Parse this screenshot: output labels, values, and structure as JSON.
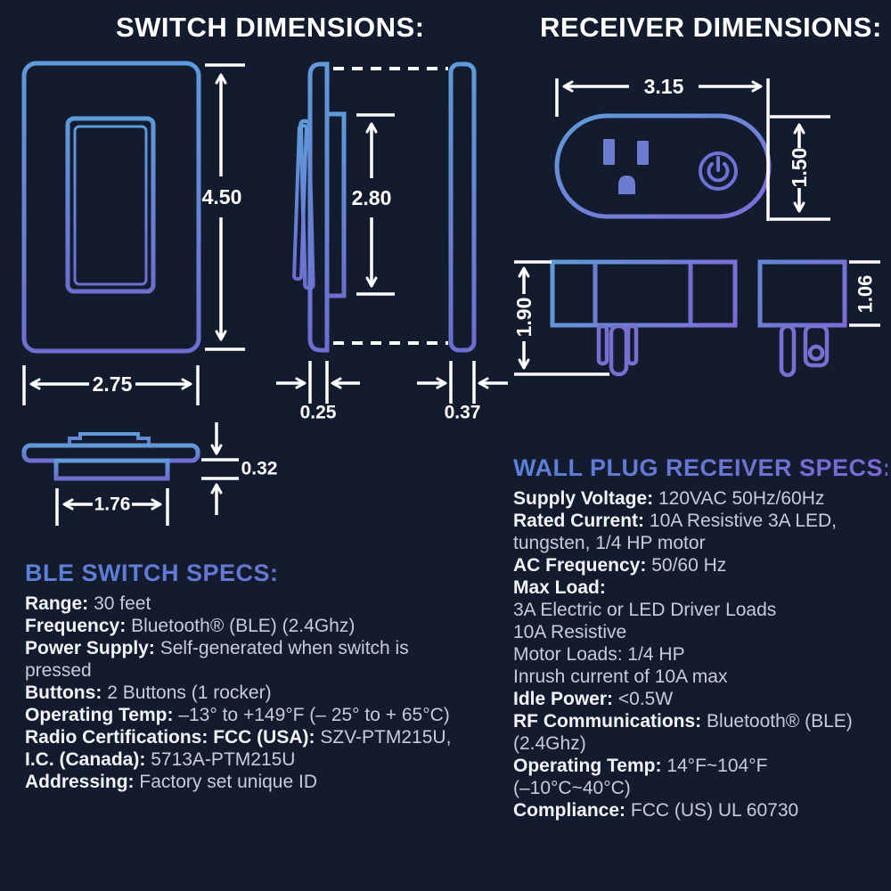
{
  "titles": {
    "switch": "SWITCH DIMENSIONS:",
    "receiver": "RECEIVER DIMENSIONS:"
  },
  "dims": {
    "switch_plate_height": "4.50",
    "switch_plate_width": "2.75",
    "switch_rocker_height": "2.80",
    "switch_side_depth": "0.25",
    "switch_plate_thickness": "0.37",
    "switch_bottom_width": "1.76",
    "switch_bottom_height": "0.32",
    "receiver_width": "3.15",
    "receiver_height": "1.50",
    "receiver_depth": "1.90",
    "receiver_side_height": "1.06"
  },
  "switch_specs": {
    "title": "BLE SWITCH SPECS:",
    "lines": [
      {
        "label": "Range:",
        "value": "30 feet"
      },
      {
        "label": "Frequency:",
        "value": "Bluetooth® (BLE) (2.4Ghz)"
      },
      {
        "label": "Power Supply:",
        "value": "Self-generated when switch is"
      },
      {
        "label": "",
        "value": "pressed"
      },
      {
        "label": "Buttons:",
        "value": "2 Buttons (1 rocker)"
      },
      {
        "label": "Operating Temp:",
        "value": "–13° to +149°F (– 25° to + 65°C)"
      },
      {
        "label": "Radio Certifications: FCC (USA):",
        "value": "SZV-PTM215U,"
      },
      {
        "label": "I.C. (Canada):",
        "value": "5713A-PTM215U"
      },
      {
        "label": "Addressing:",
        "value": "Factory set unique ID"
      }
    ]
  },
  "receiver_specs": {
    "title": "WALL PLUG RECEIVER SPECS:",
    "lines": [
      {
        "label": "Supply Voltage:",
        "value": "120VAC 50Hz/60Hz"
      },
      {
        "label": "Rated Current:",
        "value": "10A Resistive 3A LED,"
      },
      {
        "label": "",
        "value": "tungsten, 1/4 HP motor"
      },
      {
        "label": "AC Frequency:",
        "value": "50/60 Hz"
      },
      {
        "label": "Max Load:",
        "value": ""
      },
      {
        "label": "",
        "value": "3A Electric or LED Driver Loads"
      },
      {
        "label": "",
        "value": "10A Resistive"
      },
      {
        "label": "",
        "value": "Motor Loads: 1/4 HP"
      },
      {
        "label": "",
        "value": "Inrush current of 10A max"
      },
      {
        "label": "Idle Power:",
        "value": "<0.5W"
      },
      {
        "label": "RF Communications:",
        "value": "Bluetooth® (BLE)"
      },
      {
        "label": "",
        "value": "(2.4Ghz)"
      },
      {
        "label": "Operating Temp:",
        "value": "14°F~104°F"
      },
      {
        "label": "",
        "value": "(–10°C~40°C)"
      },
      {
        "label": "Compliance:",
        "value": "FCC (US) UL 60730"
      }
    ]
  },
  "colors": {
    "background": "#131b2e",
    "accent_blue": "#5f9ad9",
    "accent_indigo": "#6d6ecf",
    "accent_purple": "#7d6cd6",
    "slot_fill": "#6d7cce",
    "dimension_white": "#ffffff",
    "label_text": "#f2f4f9",
    "value_text": "#c6ccd8"
  }
}
